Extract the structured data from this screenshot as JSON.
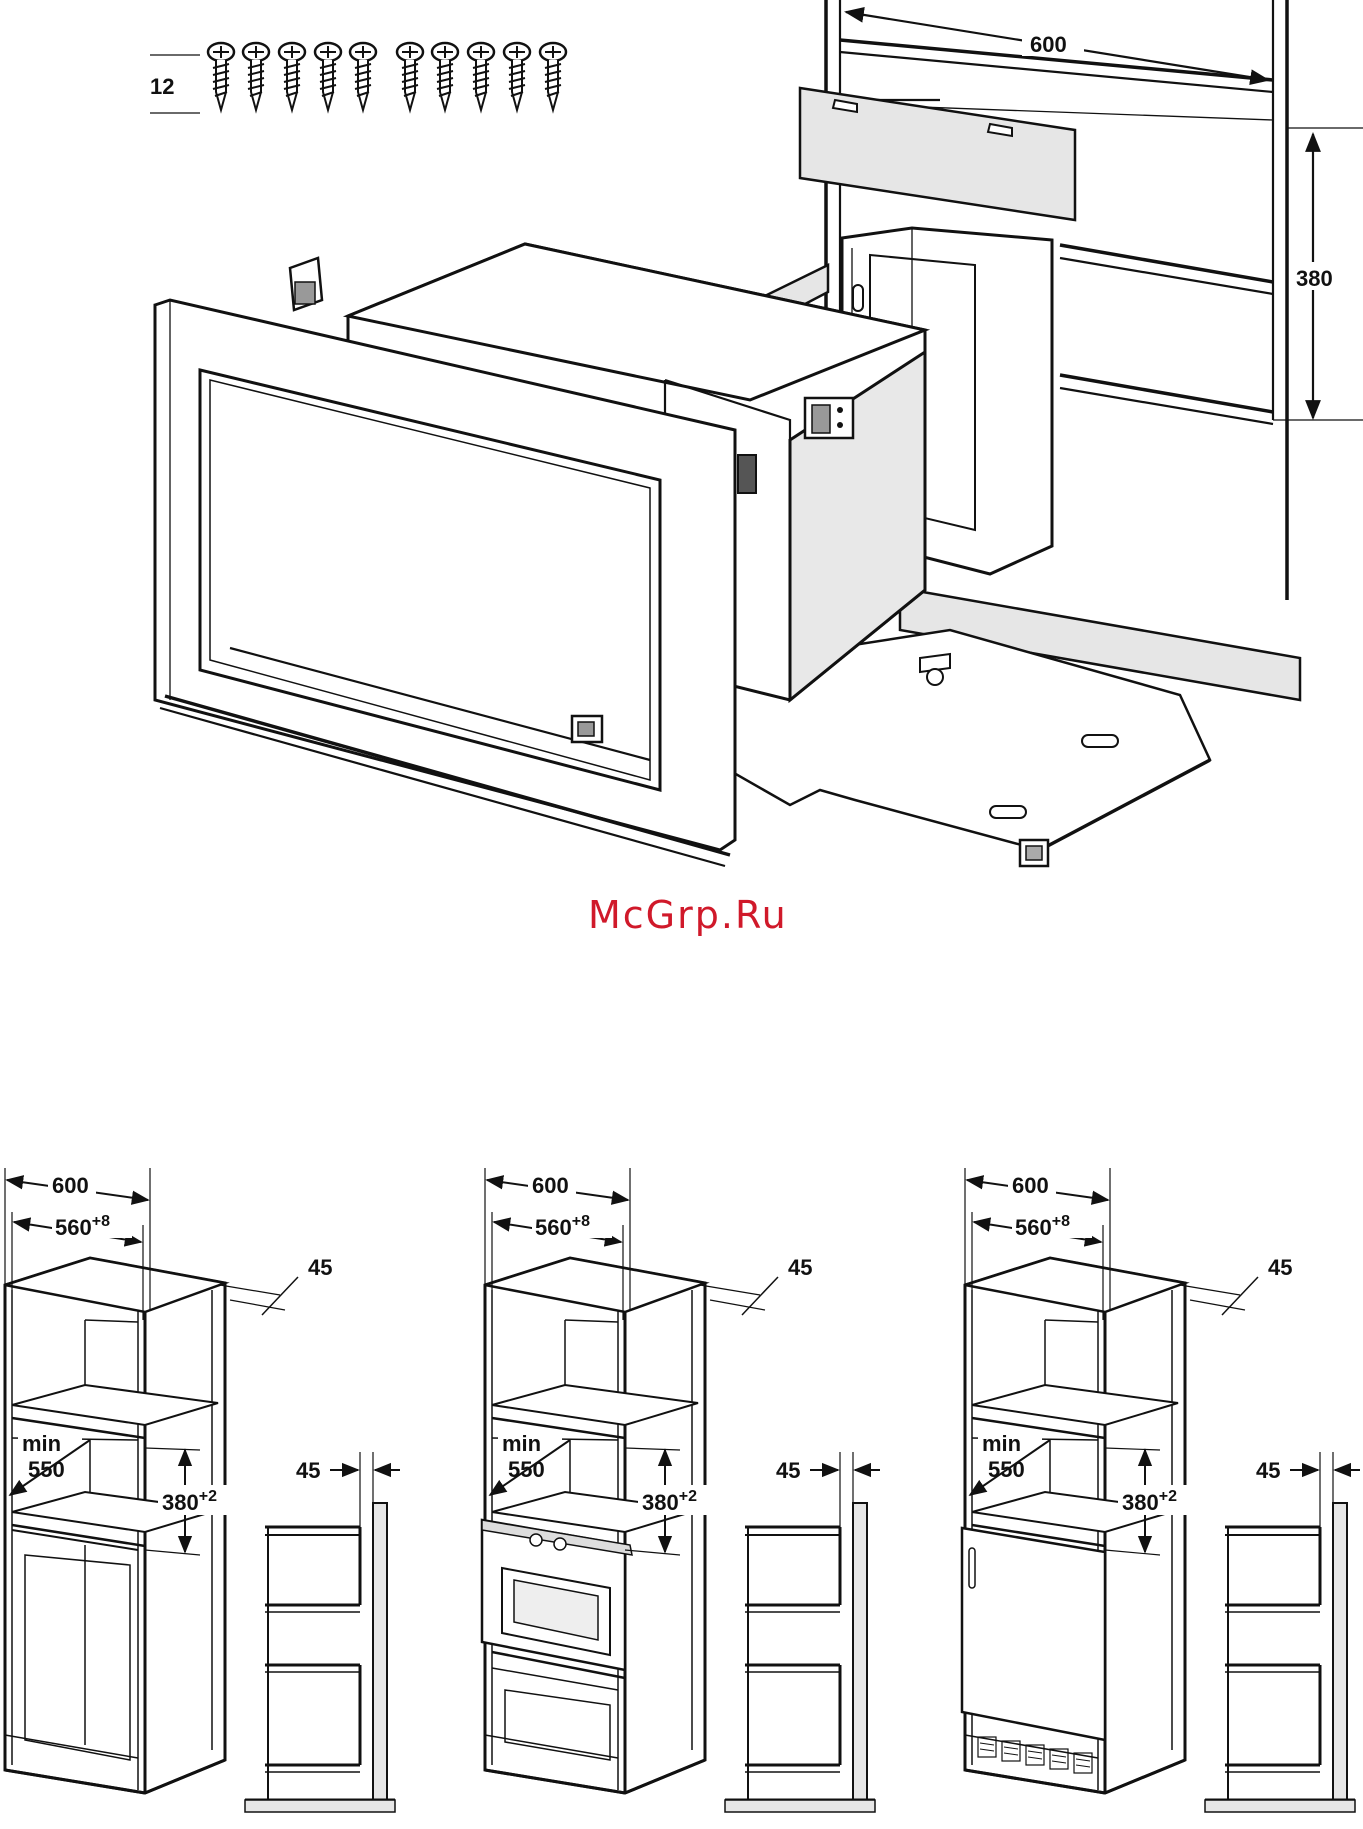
{
  "page": {
    "background": "#ffffff",
    "ink": "#111111",
    "watermark_color": "#d0192a"
  },
  "top_figure": {
    "screw_count_label": "12",
    "width_label": "600",
    "height_label": "380"
  },
  "watermark": "McGrp.Ru",
  "bottom_figures": [
    {
      "width_outer": "600",
      "width_inner_base": "560",
      "width_inner_tolerance": "+8",
      "top_offset": "45",
      "min_word": "min",
      "depth": "550",
      "height_base": "380",
      "height_tolerance": "+2",
      "side_offset": "45"
    },
    {
      "width_outer": "600",
      "width_inner_base": "560",
      "width_inner_tolerance": "+8",
      "top_offset": "45",
      "min_word": "min",
      "depth": "550",
      "height_base": "380",
      "height_tolerance": "+2",
      "side_offset": "45"
    },
    {
      "width_outer": "600",
      "width_inner_base": "560",
      "width_inner_tolerance": "+8",
      "top_offset": "45",
      "min_word": "min",
      "depth": "550",
      "height_base": "380",
      "height_tolerance": "+2",
      "side_offset": "45"
    }
  ]
}
